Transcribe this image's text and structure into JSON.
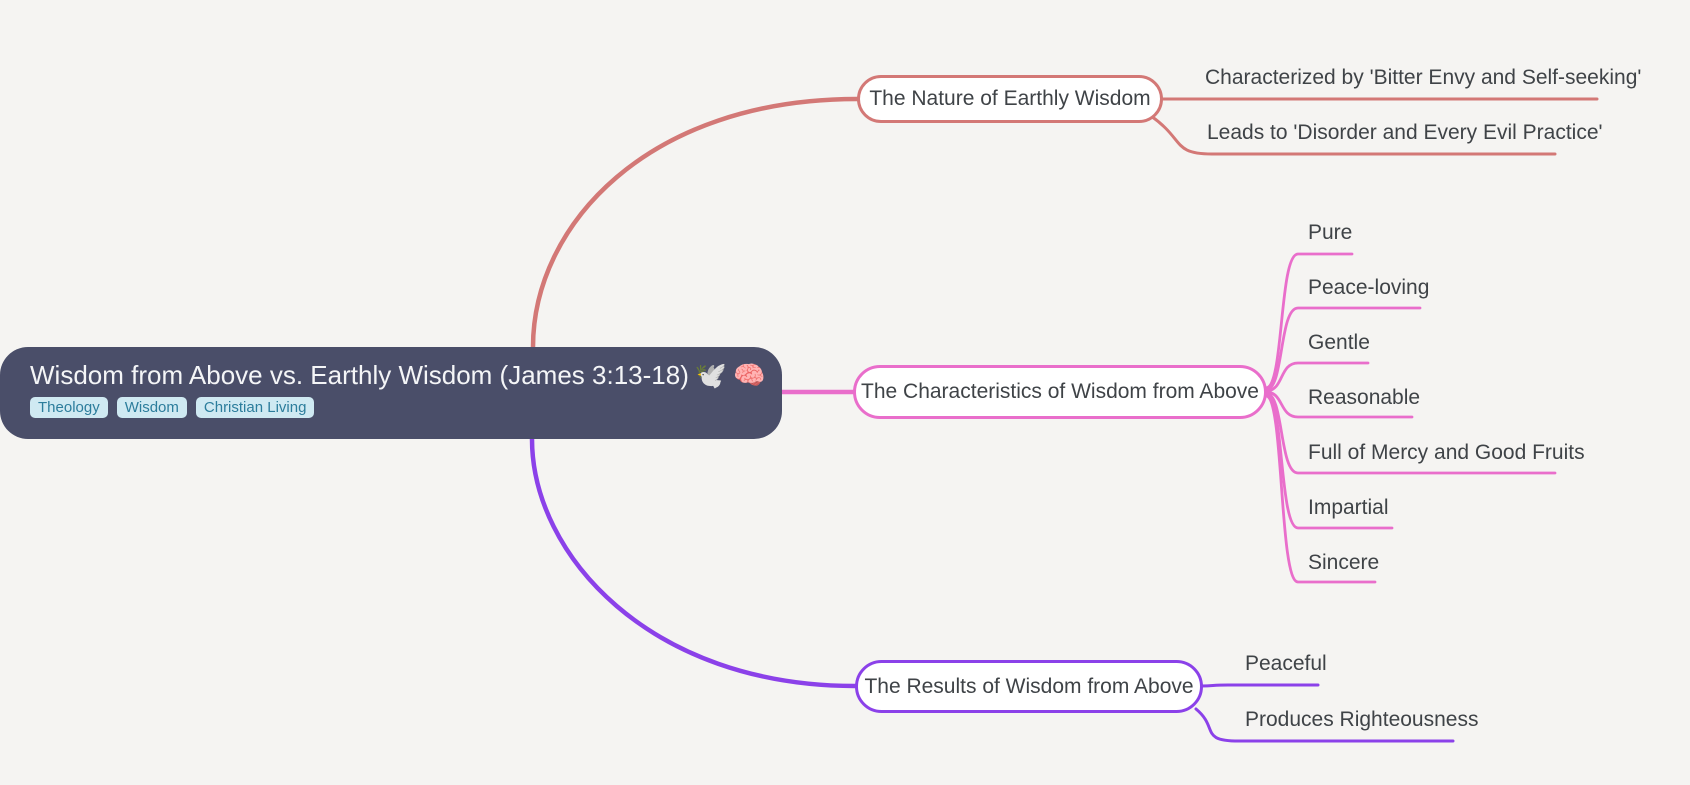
{
  "root": {
    "title": "Wisdom from Above vs. Earthly Wisdom (James 3:13-18)",
    "dove_emoji": "🕊️",
    "brain_emoji": "🧠",
    "tags": [
      "Theology",
      "Wisdom",
      "Christian Living"
    ]
  },
  "branches": [
    {
      "label": "The Nature of Earthly Wisdom",
      "children": [
        "Characterized by 'Bitter Envy and Self-seeking'",
        "Leads to 'Disorder and Every Evil Practice'"
      ]
    },
    {
      "label": "The Characteristics of Wisdom from Above",
      "children": [
        "Pure",
        "Peace-loving",
        "Gentle",
        "Reasonable",
        "Full of Mercy and Good Fruits",
        "Impartial",
        "Sincere"
      ]
    },
    {
      "label": "The Results of Wisdom from Above",
      "children": [
        "Peaceful",
        "Produces Righteousness"
      ]
    }
  ],
  "colors": {
    "background": "#f5f4f2",
    "root_bg": "#4a4e69",
    "root_text": "#f4f5f7",
    "node_text": "#3f4347",
    "tag_bg": "#cfe9f2",
    "tag_text": "#2c7d9c",
    "branch_earthly": "#d37876",
    "branch_characteristics": "#e96ecb",
    "branch_results": "#8b41e9"
  }
}
